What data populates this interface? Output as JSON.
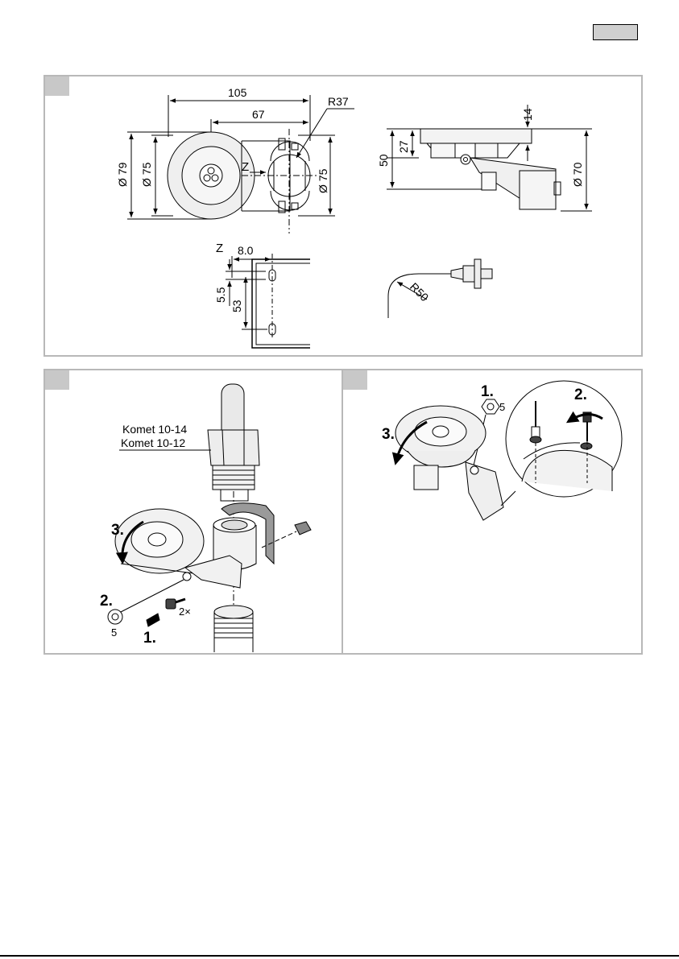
{
  "panel1": {
    "top_view": {
      "dim_width_total": "105",
      "dim_width_inner": "67",
      "dim_radius": "R37",
      "dim_dia_outer": "Ø 79",
      "dim_dia_inner": "Ø 75",
      "dim_dia_clamp": "Ø 75",
      "detail_label": "Z"
    },
    "side_view": {
      "dim_top": "14",
      "dim_mid": "27",
      "dim_height": "50",
      "dim_dia": "Ø 70"
    },
    "detail_z": {
      "label": "Z",
      "dim_offset": "8.0",
      "dim_slot": "5.5",
      "dim_pitch": "53"
    },
    "cable": {
      "bend_radius": "R50"
    }
  },
  "panel2": {
    "label_a": "Komet 10-14",
    "label_b": "Komet 10-12",
    "step1": "1.",
    "step2": "2.",
    "step3": "3.",
    "screw_count": "2×",
    "key_size": "5"
  },
  "panel3": {
    "step1": "1.",
    "step2": "2.",
    "step3": "3.",
    "key_size": "5"
  }
}
